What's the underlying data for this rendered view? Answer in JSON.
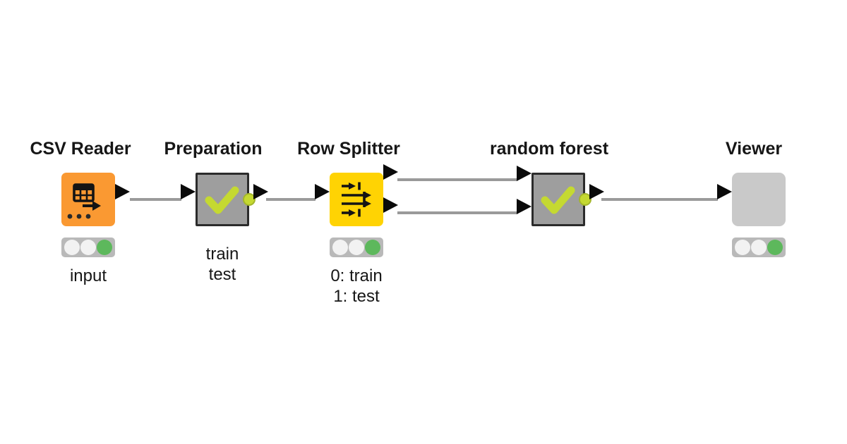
{
  "canvas": {
    "background": "#ffffff"
  },
  "colors": {
    "source_node": "#FA9932",
    "splitter_node": "#FFD303",
    "metanode_fill": "#9E9E9E",
    "metanode_border": "#2B2B2B",
    "viewer_node": "#C9C9C9",
    "checkmark": "#C5D931",
    "port": "#0A0A0A",
    "connection": "#9A9A9A",
    "traffic_light_bg": "#B9B9B9",
    "traffic_light_off": "#F2F2F2",
    "traffic_light_green": "#5DB85C",
    "title_text": "#161616"
  },
  "workflow": {
    "nodes": [
      {
        "id": "csv-reader",
        "title": "CSV Reader",
        "type": "source",
        "icon": "table-export-icon",
        "color": "#FA9932",
        "annotation_lines": [
          "input"
        ],
        "traffic_light": [
          "off",
          "off",
          "green"
        ],
        "ports": {
          "inputs": 0,
          "outputs": 1
        }
      },
      {
        "id": "preparation",
        "title": "Preparation",
        "type": "metanode",
        "icon": "checkmark-icon",
        "color": "#9E9E9E",
        "annotation_lines": [
          "train",
          "test"
        ],
        "traffic_light": null,
        "ports": {
          "inputs": 1,
          "outputs": 1
        }
      },
      {
        "id": "row-splitter",
        "title": "Row Splitter",
        "type": "manipulator",
        "icon": "split-rows-icon",
        "color": "#FFD303",
        "annotation_lines": [
          "0: train",
          "1: test"
        ],
        "traffic_light": [
          "off",
          "off",
          "green"
        ],
        "ports": {
          "inputs": 1,
          "outputs": 2
        }
      },
      {
        "id": "random-forest",
        "title": "random forest",
        "type": "metanode",
        "icon": "checkmark-icon",
        "color": "#9E9E9E",
        "annotation_lines": [],
        "traffic_light": null,
        "ports": {
          "inputs": 2,
          "outputs": 1
        }
      },
      {
        "id": "viewer",
        "title": "Viewer",
        "type": "viewer",
        "icon": "none",
        "color": "#C9C9C9",
        "annotation_lines": [],
        "traffic_light": [
          "off",
          "off",
          "green"
        ],
        "ports": {
          "inputs": 1,
          "outputs": 0
        }
      }
    ],
    "connections": [
      {
        "from": "csv-reader",
        "from_port": 0,
        "to": "preparation",
        "to_port": 0
      },
      {
        "from": "preparation",
        "from_port": 0,
        "to": "row-splitter",
        "to_port": 0
      },
      {
        "from": "row-splitter",
        "from_port": 0,
        "to": "random-forest",
        "to_port": 0
      },
      {
        "from": "row-splitter",
        "from_port": 1,
        "to": "random-forest",
        "to_port": 1
      },
      {
        "from": "random-forest",
        "from_port": 0,
        "to": "viewer",
        "to_port": 0
      }
    ]
  }
}
